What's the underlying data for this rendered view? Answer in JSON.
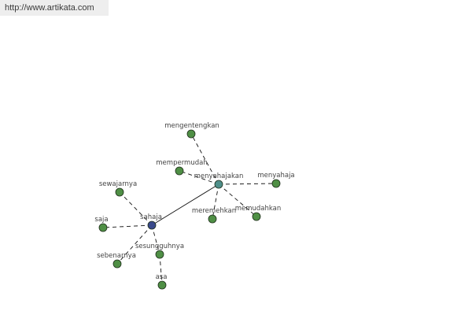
{
  "header": {
    "url": "http://www.artikata.com"
  },
  "colors": {
    "leaf": "#4f8f45",
    "hub_sahaja": "#3a4a8c",
    "hub_menyahajakan": "#4f8f8a",
    "edge": "#111111",
    "label": "#444444"
  },
  "nodes": [
    {
      "id": "sahaja",
      "label": "sahaja",
      "type": "hub_sahaja"
    },
    {
      "id": "menyahajakan",
      "label": "menyahajakan",
      "type": "hub_menyahajakan"
    },
    {
      "id": "mengentengkan",
      "label": "mengentengkan",
      "type": "leaf"
    },
    {
      "id": "mempermudah",
      "label": "mempermudah",
      "type": "leaf"
    },
    {
      "id": "menyahaja",
      "label": "menyahaja",
      "type": "leaf"
    },
    {
      "id": "meremehkan",
      "label": "meremehkan",
      "type": "leaf"
    },
    {
      "id": "memudahkan",
      "label": "memudahkan",
      "type": "leaf"
    },
    {
      "id": "sewajarnya",
      "label": "sewajarnya",
      "type": "leaf"
    },
    {
      "id": "saja",
      "label": "saja",
      "type": "leaf"
    },
    {
      "id": "sebenarnya",
      "label": "sebenarnya",
      "type": "leaf"
    },
    {
      "id": "sesungguhnya",
      "label": "sesungguhnya",
      "type": "leaf"
    },
    {
      "id": "asa",
      "label": "asa",
      "type": "leaf"
    }
  ],
  "edges": [
    {
      "from": "sahaja",
      "to": "menyahajakan",
      "style": "solid"
    },
    {
      "from": "menyahajakan",
      "to": "mengentengkan",
      "style": "dashed"
    },
    {
      "from": "menyahajakan",
      "to": "mempermudah",
      "style": "dashed"
    },
    {
      "from": "menyahajakan",
      "to": "menyahaja",
      "style": "dashed"
    },
    {
      "from": "menyahajakan",
      "to": "meremehkan",
      "style": "dashed"
    },
    {
      "from": "menyahajakan",
      "to": "memudahkan",
      "style": "dashed"
    },
    {
      "from": "sahaja",
      "to": "sewajarnya",
      "style": "dashed"
    },
    {
      "from": "sahaja",
      "to": "saja",
      "style": "dashed"
    },
    {
      "from": "sahaja",
      "to": "sebenarnya",
      "style": "dashed"
    },
    {
      "from": "sahaja",
      "to": "sesungguhnya",
      "style": "dashed"
    },
    {
      "from": "sesungguhnya",
      "to": "asa",
      "style": "dashed"
    }
  ]
}
